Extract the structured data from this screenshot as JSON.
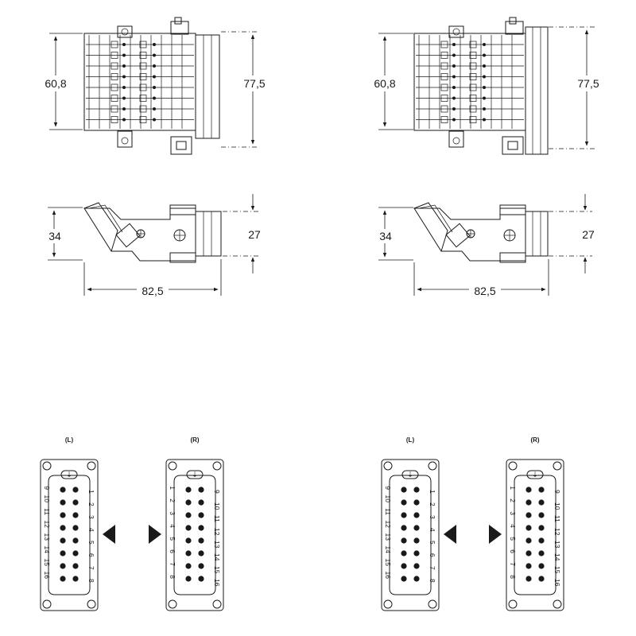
{
  "dimensions": {
    "height_body": "60,8",
    "height_overall": "77,5",
    "height_side": "34",
    "height_insert": "27",
    "length_overall": "82,5"
  },
  "face_views": {
    "left_label": "(L)",
    "right_label": "(R)",
    "pin_numbers_low": [
      "1",
      "2",
      "3",
      "4",
      "5",
      "6",
      "7",
      "8"
    ],
    "pin_numbers_high": [
      "9",
      "10",
      "11",
      "12",
      "13",
      "14",
      "15",
      "16"
    ],
    "ground_symbol": "⏚"
  }
}
